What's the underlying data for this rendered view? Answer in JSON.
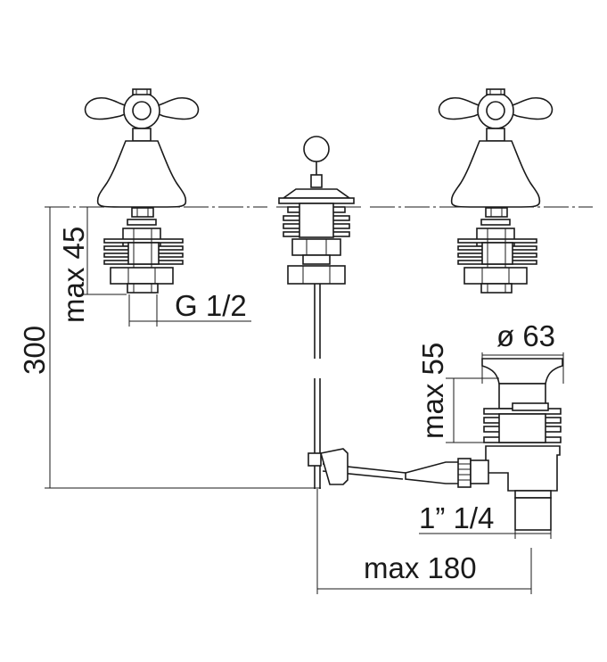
{
  "diagram": {
    "labels": {
      "max_45": "max 45",
      "g_1_2": "G 1/2",
      "height_300": "300",
      "diameter_63": "ø 63",
      "max_55": "max 55",
      "thread_1_1_4": "1” 1/4",
      "max_180": "max 180"
    },
    "colors": {
      "line": "#1a1a1a",
      "background": "#ffffff"
    },
    "icons": {
      "left_tap": "cross-handle-tap-icon",
      "right_tap": "cross-handle-tap-icon",
      "center_lever": "pop-up-lever-icon",
      "waste": "pop-up-waste-icon"
    }
  }
}
